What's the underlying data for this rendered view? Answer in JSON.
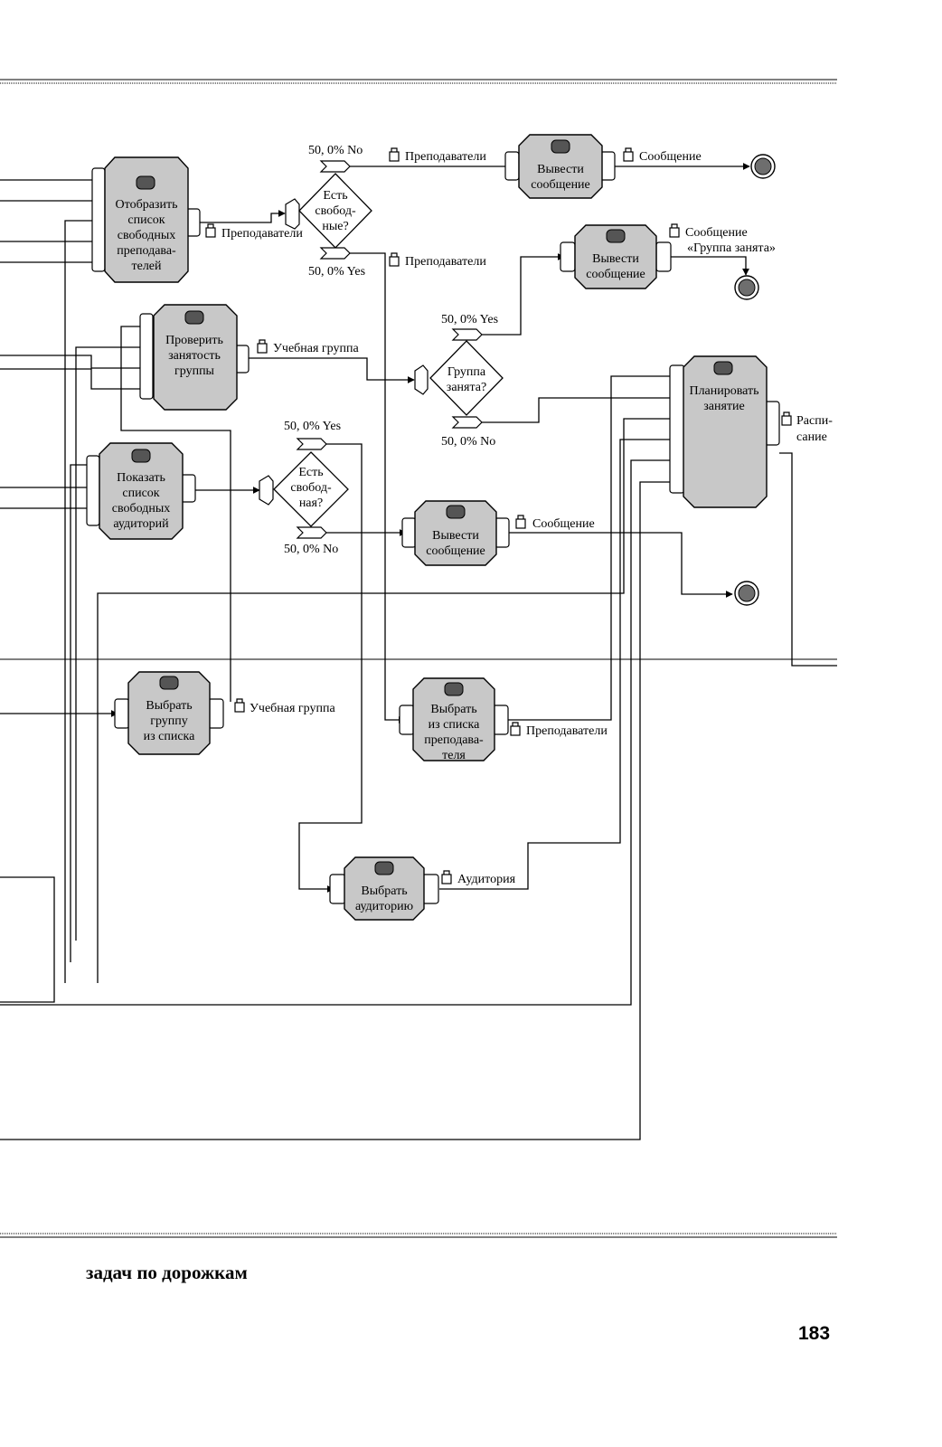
{
  "tasks": {
    "show_teachers": [
      "Отобразить",
      "список",
      "свободных",
      "преподава-",
      "телей"
    ],
    "check_group": [
      "Проверить",
      "занятость",
      "группы"
    ],
    "show_rooms": [
      "Показать",
      "список",
      "свободных",
      "аудиторий"
    ],
    "select_group": [
      "Выбрать",
      "группу",
      "из списка"
    ],
    "select_teacher": [
      "Выбрать",
      "из списка",
      "преподава-",
      "теля"
    ],
    "select_room": [
      "Выбрать",
      "аудиторию"
    ],
    "message_1": [
      "Вывести",
      "сообщение"
    ],
    "message_2": [
      "Вывести",
      "сообщение"
    ],
    "message_3": [
      "Вывести",
      "сообщение"
    ],
    "plan_lesson": [
      "Планировать",
      "занятие"
    ]
  },
  "decisions": {
    "teachers_free": [
      "Есть",
      "свобод-",
      "ные?"
    ],
    "group_busy": [
      "Группа",
      "занята?"
    ],
    "room_free": [
      "Есть",
      "свобод-",
      "ная?"
    ]
  },
  "branches": {
    "teachers_no": "50, 0% No",
    "teachers_yes": "50, 0% Yes",
    "group_yes": "50, 0% Yes",
    "group_no": "50, 0% No",
    "room_yes": "50, 0% Yes",
    "room_no": "50, 0% No"
  },
  "resources": {
    "teachers": "Преподаватели",
    "teachers_top": "Преподаватели",
    "teachers_yes": "Преподаватели",
    "teachers_selected": "Преподаватели",
    "message": "Сообщение",
    "message_room": "Сообщение",
    "message_group": [
      "Сообщение",
      "«Группа занята»"
    ],
    "study_group": "Учебная группа",
    "study_group_selected": "Учебная группа",
    "room": "Аудитория",
    "schedule": [
      "Распи-",
      "сание"
    ]
  },
  "footer": {
    "title": "задач по дорожкам",
    "page_number": "183"
  }
}
